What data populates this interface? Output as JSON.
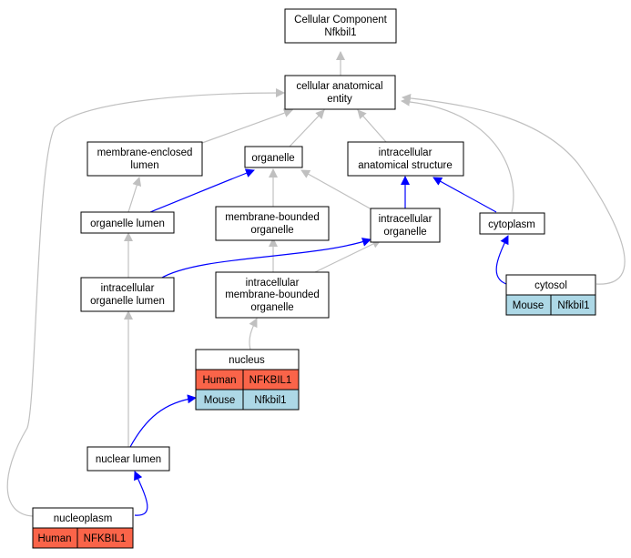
{
  "colors": {
    "is_a_edge": "#c0c0c0",
    "part_of_edge": "#0000ff",
    "human": "#fa6449",
    "mouse": "#add8e6",
    "node_fill": "#ffffff",
    "node_stroke": "#000000"
  },
  "nodes": {
    "root": [
      "Cellular Component",
      "Nfkbil1"
    ],
    "cae": [
      "cellular anatomical",
      "entity"
    ],
    "mel": [
      "membrane-enclosed",
      "lumen"
    ],
    "organelle": [
      "organelle"
    ],
    "ias": [
      "intracellular",
      "anatomical structure"
    ],
    "ol": [
      "organelle lumen"
    ],
    "mbo": [
      "membrane-bounded",
      "organelle"
    ],
    "io": [
      "intracellular",
      "organelle"
    ],
    "cytoplasm": [
      "cytoplasm"
    ],
    "iol": [
      "intracellular",
      "organelle lumen"
    ],
    "imbo": [
      "intracellular",
      "membrane-bounded",
      "organelle"
    ],
    "nuclear_lumen": [
      "nuclear lumen"
    ]
  },
  "annotated": {
    "cytosol": {
      "title": "cytosol",
      "rows": [
        {
          "species": "Mouse",
          "gene": "Nfkbil1"
        }
      ]
    },
    "nucleus": {
      "title": "nucleus",
      "rows": [
        {
          "species": "Human",
          "gene": "NFKBIL1"
        },
        {
          "species": "Mouse",
          "gene": "Nfkbil1"
        }
      ]
    },
    "nucleoplasm": {
      "title": "nucleoplasm",
      "rows": [
        {
          "species": "Human",
          "gene": "NFKBIL1"
        }
      ]
    }
  }
}
